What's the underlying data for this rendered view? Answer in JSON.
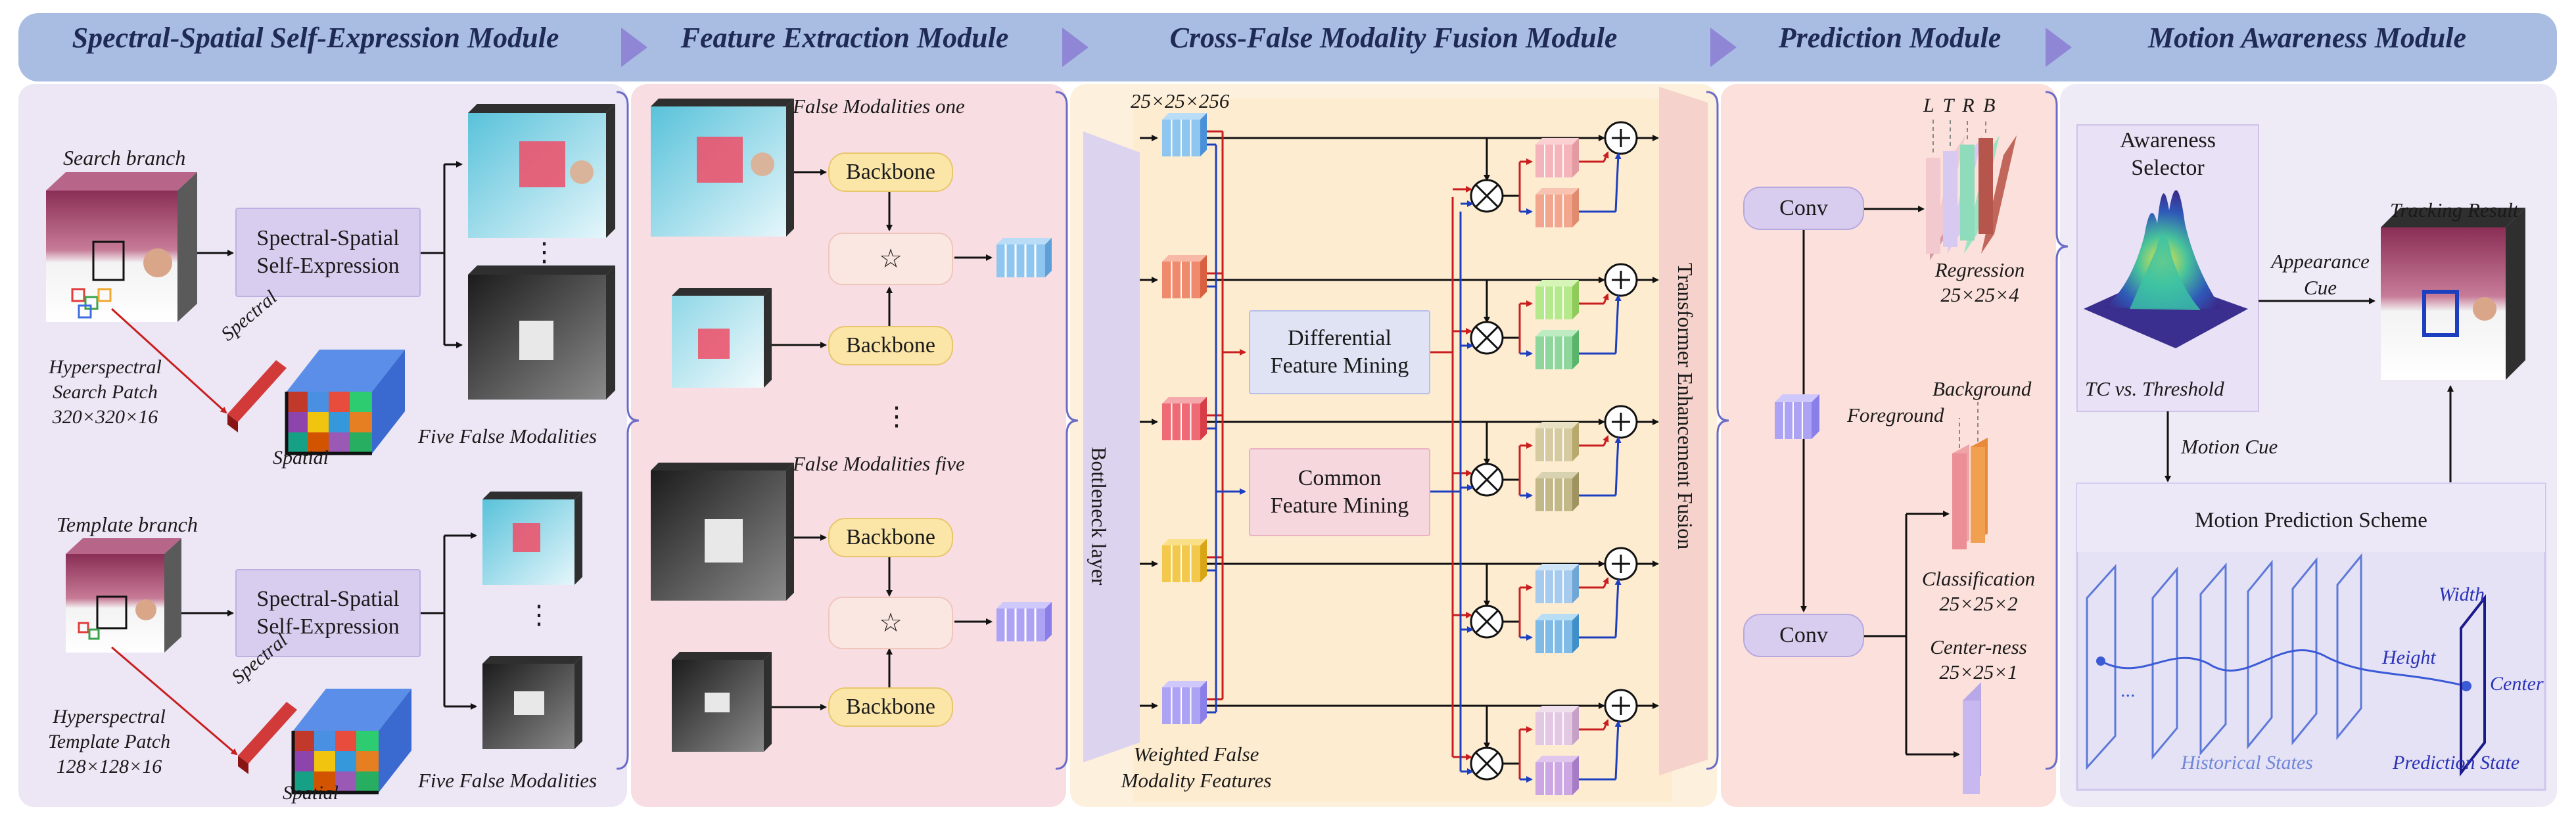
{
  "headers": {
    "m1": "Spectral-Spatial Self-Expression Module",
    "m2": "Feature Extraction Module",
    "m3": "Cross-False Modality Fusion Module",
    "m4": "Prediction Module",
    "m5": "Motion Awareness Module"
  },
  "self_expression": {
    "search_branch": "Search branch",
    "template_branch": "Template branch",
    "ss_block_line1": "Spectral-Spatial",
    "ss_block_line2": "Self-Expression",
    "search_patch": [
      "Hyperspectral",
      "Search Patch",
      "320×320×16"
    ],
    "template_patch": [
      "Hyperspectral",
      "Template Patch",
      "128×128×16"
    ],
    "spectral": "Spectral",
    "spatial": "Spatial",
    "five_false": "Five False Modalities",
    "dots": "⋮"
  },
  "feature_extraction": {
    "false_one": "False Modalities one",
    "false_five": "False Modalities five",
    "backbone": "Backbone",
    "star": "☆",
    "dots": "⋮"
  },
  "fusion": {
    "dim": "25×25×256",
    "bottleneck": "Bottleneck layer",
    "differential_line1": "Differential",
    "differential_line2": "Feature Mining",
    "common_line1": "Common",
    "common_line2": "Feature Mining",
    "weighted_line1": "Weighted False",
    "weighted_line2": "Modality Features",
    "transformer": "Transformer Enhancement Fusion",
    "plus": "+",
    "times": "×"
  },
  "prediction": {
    "conv": "Conv",
    "ltrb": "L T R B",
    "regression": "Regression",
    "regression_dim": "25×25×4",
    "background": "Background",
    "foreground": "Foreground",
    "classification": "Classification",
    "classification_dim": "25×25×2",
    "centerness": "Center-ness",
    "centerness_dim": "25×25×1"
  },
  "motion": {
    "awareness_line1": "Awareness",
    "awareness_line2": "Selector",
    "tc_threshold": "TC vs. Threshold",
    "tracking_result": "Tracking Result",
    "appearance_line1": "Appearance",
    "appearance_line2": "Cue",
    "motion_cue": "Motion Cue",
    "scheme_title": "Motion Prediction Scheme",
    "width": "Width",
    "height": "Height",
    "center": "Center",
    "historical": "Historical States",
    "prediction_state": "Prediction State",
    "ellipsis": "..."
  },
  "colors": {
    "header_bar": "#a9bde3",
    "panel1": "#ece6f5",
    "panel2": "#f8dde2",
    "panel3": "#fdf0dc",
    "panel4": "#fbe0db",
    "panel5": "#eeeaf6",
    "backbone": "#fbe6a8",
    "arrow_red": "#c81e1e",
    "arrow_blue": "#1c3fbf",
    "motion_blue": "#3b5bd6"
  }
}
